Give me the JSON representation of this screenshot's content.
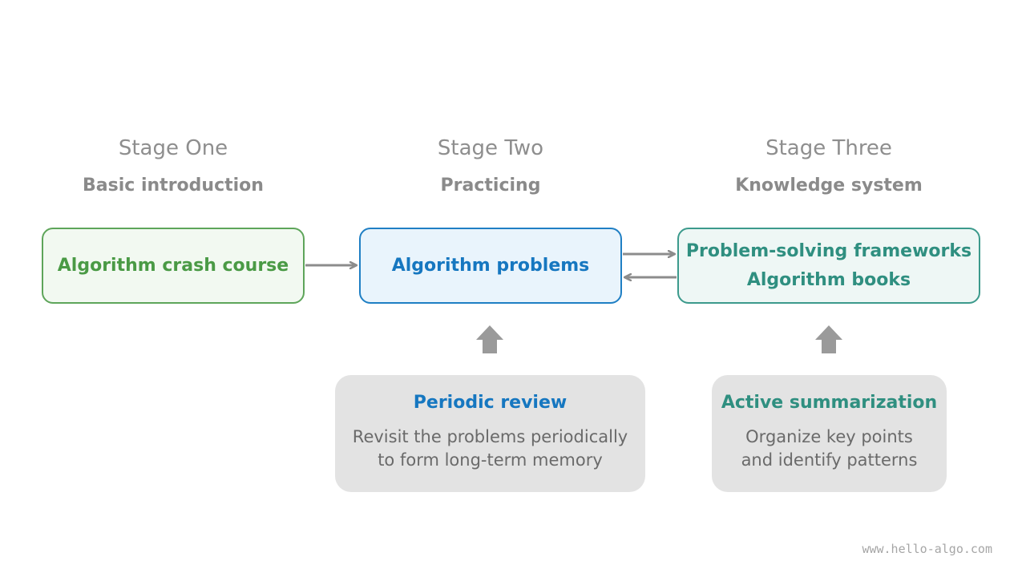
{
  "stages": [
    {
      "title": "Stage One",
      "subtitle": "Basic introduction"
    },
    {
      "title": "Stage Two",
      "subtitle": "Practicing"
    },
    {
      "title": "Stage Three",
      "subtitle": "Knowledge system"
    }
  ],
  "boxes": {
    "crash_course": {
      "label": "Algorithm crash course"
    },
    "problems": {
      "label": "Algorithm problems"
    },
    "knowledge": {
      "lines": [
        "Problem-solving frameworks",
        "Algorithm books"
      ]
    }
  },
  "review": {
    "title": "Periodic review",
    "lines": [
      "Revisit the problems periodically",
      "to form long-term memory"
    ]
  },
  "summary": {
    "title": "Active summarization",
    "lines": [
      "Organize key points",
      "and identify patterns"
    ]
  },
  "watermark": "www.hello-algo.com",
  "colors": {
    "green": "#4a9a45",
    "blue": "#1677c0",
    "teal": "#2f8f80",
    "arrow": "#8c8c8c",
    "muted_text": "#8e8e8e"
  }
}
